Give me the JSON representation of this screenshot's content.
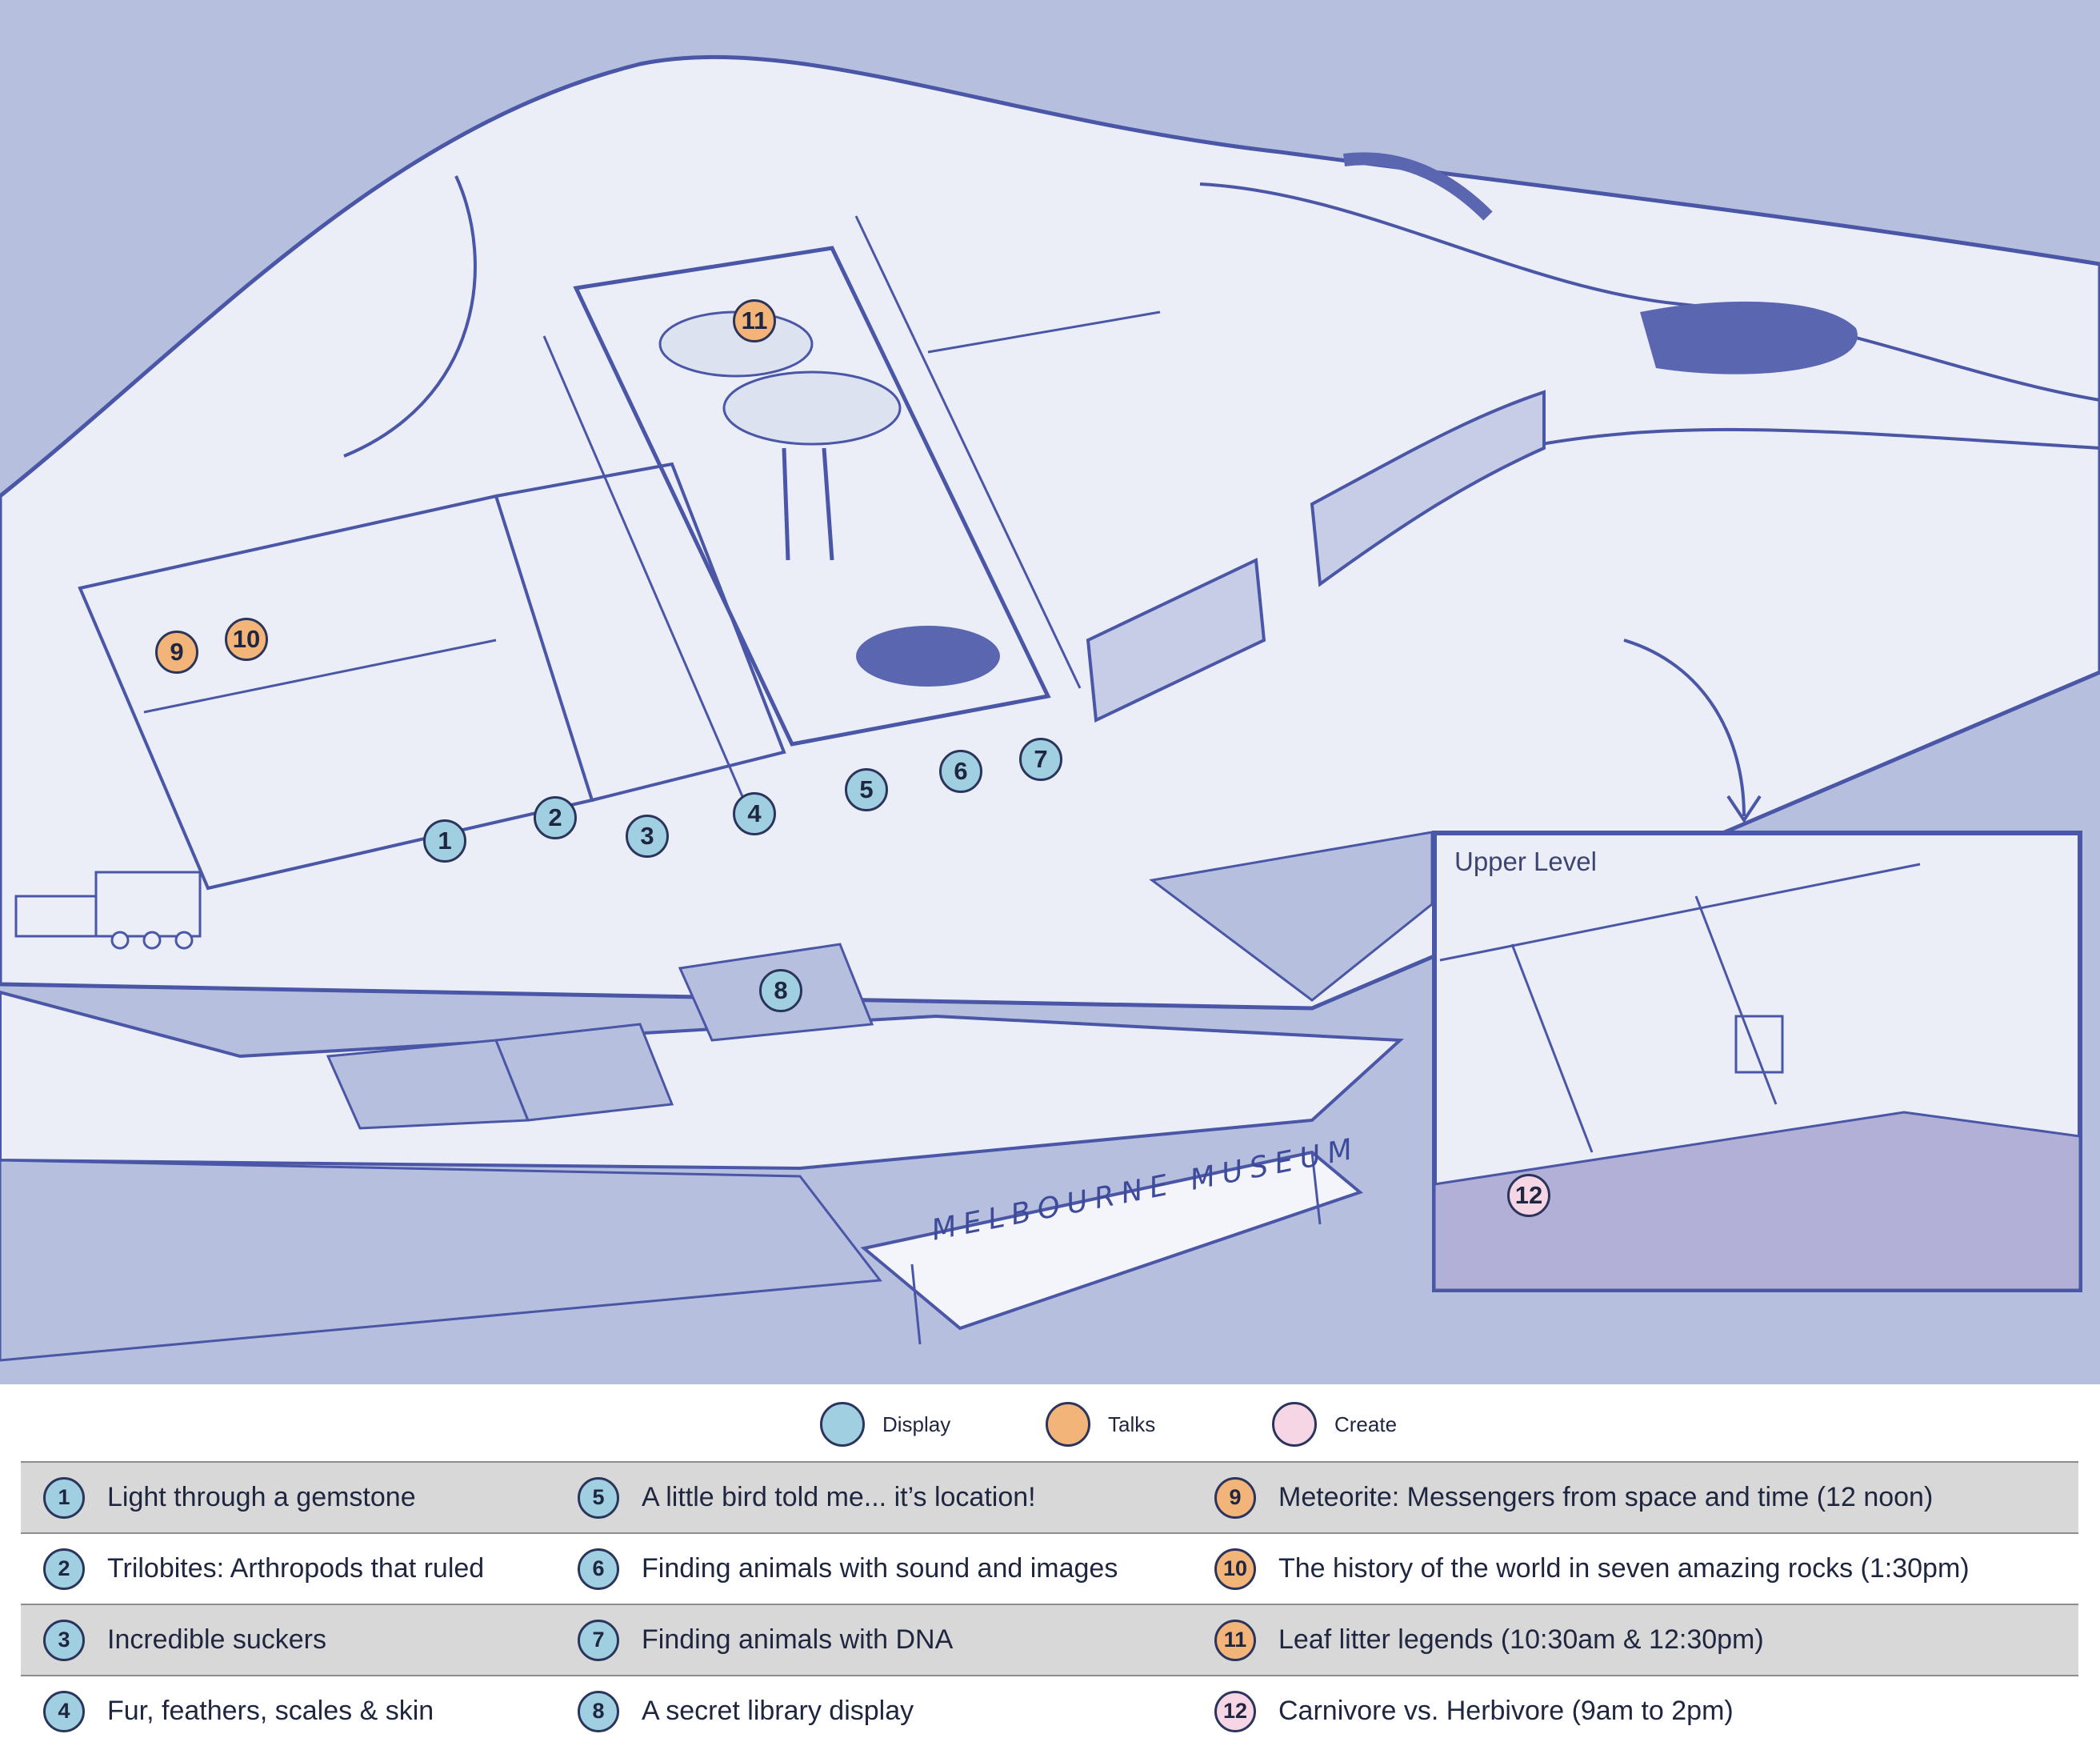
{
  "map": {
    "upper_level_label": "Upper Level",
    "building_sign": "MELBOURNE MUSEUM",
    "markers": [
      {
        "id": "1",
        "type": "display"
      },
      {
        "id": "2",
        "type": "display"
      },
      {
        "id": "3",
        "type": "display"
      },
      {
        "id": "4",
        "type": "display"
      },
      {
        "id": "5",
        "type": "display"
      },
      {
        "id": "6",
        "type": "display"
      },
      {
        "id": "7",
        "type": "display"
      },
      {
        "id": "8",
        "type": "display"
      },
      {
        "id": "9",
        "type": "talks"
      },
      {
        "id": "10",
        "type": "talks"
      },
      {
        "id": "11",
        "type": "talks"
      },
      {
        "id": "12",
        "type": "create"
      }
    ]
  },
  "legend": {
    "keys": [
      {
        "label": "Display",
        "color": "#9fcfe0"
      },
      {
        "label": "Talks",
        "color": "#f3b47a"
      },
      {
        "label": "Create",
        "color": "#f6d6e4"
      }
    ],
    "rows": [
      [
        {
          "num": "1",
          "type": "display",
          "text": "Light through a gemstone"
        },
        {
          "num": "5",
          "type": "display",
          "text": "A little bird told me... it’s location!"
        },
        {
          "num": "9",
          "type": "talks",
          "text": "Meteorite: Messengers from space and time (12 noon)"
        }
      ],
      [
        {
          "num": "2",
          "type": "display",
          "text": "Trilobites: Arthropods that ruled"
        },
        {
          "num": "6",
          "type": "display",
          "text": "Finding animals with sound and images"
        },
        {
          "num": "10",
          "type": "talks",
          "text": "The history of the world in seven amazing rocks (1:30pm)"
        }
      ],
      [
        {
          "num": "3",
          "type": "display",
          "text": "Incredible suckers"
        },
        {
          "num": "7",
          "type": "display",
          "text": "Finding animals with DNA"
        },
        {
          "num": "11",
          "type": "talks",
          "text": "Leaf litter legends (10:30am & 12:30pm)"
        }
      ],
      [
        {
          "num": "4",
          "type": "display",
          "text": "Fur, feathers, scales & skin"
        },
        {
          "num": "8",
          "type": "display",
          "text": "A secret library display"
        },
        {
          "num": "12",
          "type": "create",
          "text": "Carnivore vs. Herbivore (9am to 2pm)"
        }
      ]
    ]
  },
  "colors": {
    "display": "#9fcfe0",
    "talks": "#f3b47a",
    "create": "#f6d6e4",
    "sky": "#b7bfdf",
    "floor": "#eceef7",
    "line": "#4a56a6"
  }
}
